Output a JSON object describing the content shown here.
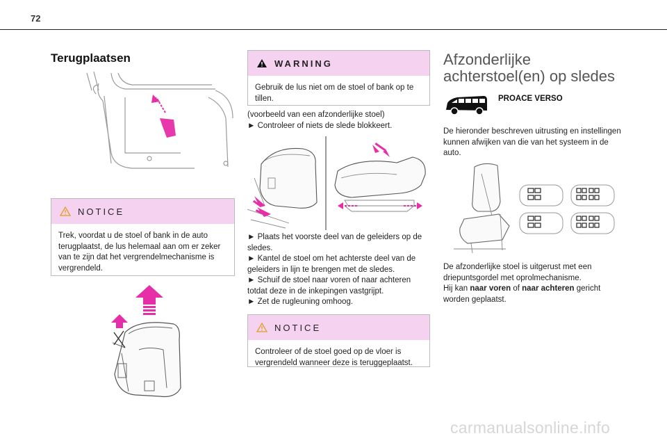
{
  "page_number": "72",
  "watermark": "carmanualsonline.info",
  "col1": {
    "title": "Terugplaatsen",
    "notice": {
      "label": "NOTICE",
      "text": "Trek, voordat u de stoel of bank in de auto terugplaatst, de lus helemaal aan om er zeker van te zijn dat het vergrendelmechanisme is vergrendeld."
    }
  },
  "col2": {
    "warning": {
      "label": "WARNING",
      "text": "Gebruik de lus niet om de stoel of bank op te tillen."
    },
    "intro_lines": [
      "(voorbeeld van een afzonderlijke stoel)",
      "► Controleer of niets de slede blokkeert."
    ],
    "steps": [
      "► Plaats het voorste deel van de geleiders op de sledes.",
      "► Kantel de stoel om het achterste deel van de geleiders in lijn te brengen met de sledes.",
      "► Schuif de stoel naar voren of naar achteren totdat deze in de inkepingen vastgrijpt.",
      "► Zet de rugleuning omhoog."
    ],
    "notice": {
      "label": "NOTICE",
      "text": "Controleer of de stoel goed op de vloer is vergrendeld wanneer deze is teruggeplaatst."
    }
  },
  "col3": {
    "title_line1": "Afzonderlijke",
    "title_line2": "achterstoel(en) op sledes",
    "vehicle": "PROACE VERSO",
    "para1": "De hieronder beschreven uitrusting en instellingen kunnen afwijken van die van het systeem in de auto.",
    "para2_line1": "De afzonderlijke stoel is uitgerust met een driepuntsgordel met oprolmechanisme.",
    "para2_prefix": "Hij kan ",
    "para2_bold1": "naar voren",
    "para2_mid": " of ",
    "para2_bold2": "naar achteren",
    "para2_suffix": " gericht worden geplaatst."
  },
  "colors": {
    "notice_bg": "#f6d2f1",
    "accent_magenta": "#e62ea8",
    "line_grey": "#9a9a9a"
  }
}
